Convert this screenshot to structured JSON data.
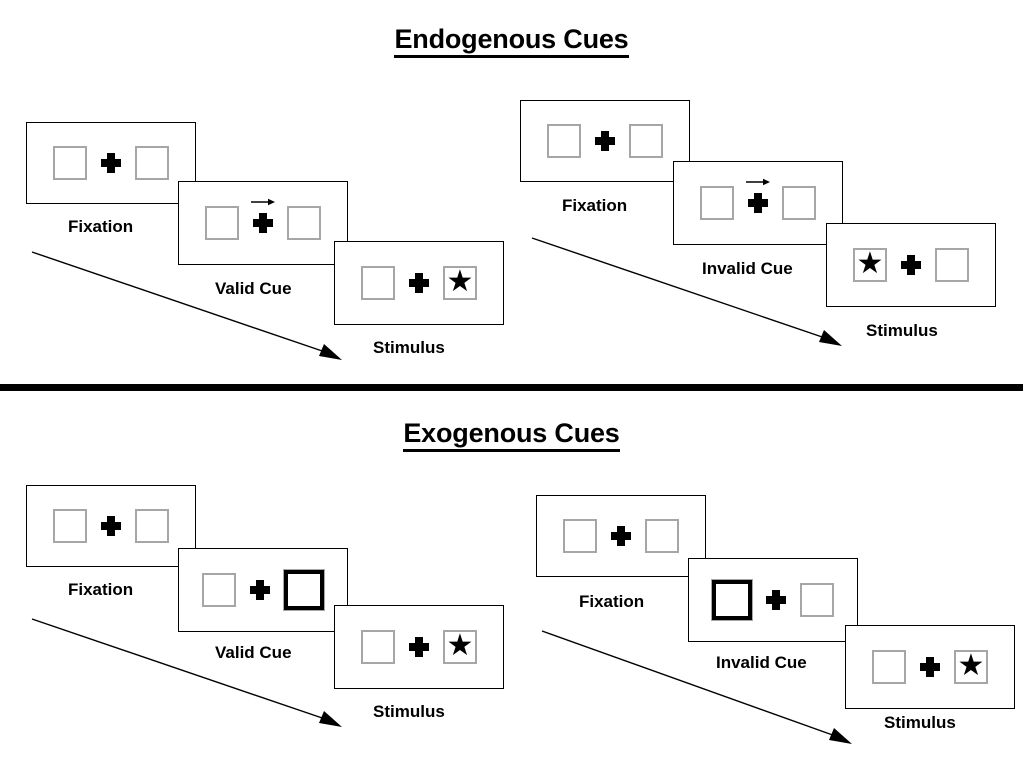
{
  "diagram": {
    "title_top": "Endogenous Cues",
    "title_bottom": "Exogenous Cues",
    "colors": {
      "box_outline": "#A6A6A6",
      "cued_box_outline": "#000000",
      "panel_outline": "#000000",
      "ink": "#000000",
      "background": "#FFFFFF"
    },
    "icons": {
      "fixation": "plus-icon",
      "cue_arrow": "right-arrow-icon",
      "target": "star-icon",
      "timeline": "timeline-arrow-icon"
    }
  },
  "sections": [
    {
      "id": "endogenous",
      "title": "Endogenous Cues",
      "columns": [
        {
          "id": "endogenous-valid",
          "condition": "valid",
          "steps": [
            {
              "label": "Fixation",
              "left_box": "empty",
              "right_box": "empty",
              "cue": "none",
              "cue_direction": ""
            },
            {
              "label": "Valid Cue",
              "left_box": "empty",
              "right_box": "empty",
              "cue": "arrow",
              "cue_direction": "right"
            },
            {
              "label": "Stimulus",
              "left_box": "empty",
              "right_box": "star",
              "cue": "none",
              "cue_direction": ""
            }
          ]
        },
        {
          "id": "endogenous-invalid",
          "condition": "invalid",
          "steps": [
            {
              "label": "Fixation",
              "left_box": "empty",
              "right_box": "empty",
              "cue": "none",
              "cue_direction": ""
            },
            {
              "label": "Invalid Cue",
              "left_box": "empty",
              "right_box": "empty",
              "cue": "arrow",
              "cue_direction": "right"
            },
            {
              "label": "Stimulus",
              "left_box": "star",
              "right_box": "empty",
              "cue": "none",
              "cue_direction": ""
            }
          ]
        }
      ]
    },
    {
      "id": "exogenous",
      "title": "Exogenous Cues",
      "columns": [
        {
          "id": "exogenous-valid",
          "condition": "valid",
          "steps": [
            {
              "label": "Fixation",
              "left_box": "empty",
              "right_box": "empty",
              "cue": "none",
              "cue_direction": ""
            },
            {
              "label": "Valid Cue",
              "left_box": "empty",
              "right_box": "cued",
              "cue": "box-highlight",
              "cue_direction": "right"
            },
            {
              "label": "Stimulus",
              "left_box": "empty",
              "right_box": "star",
              "cue": "none",
              "cue_direction": ""
            }
          ]
        },
        {
          "id": "exogenous-invalid",
          "condition": "invalid",
          "steps": [
            {
              "label": "Fixation",
              "left_box": "empty",
              "right_box": "empty",
              "cue": "none",
              "cue_direction": ""
            },
            {
              "label": "Invalid Cue",
              "left_box": "cued",
              "right_box": "empty",
              "cue": "box-highlight",
              "cue_direction": "left"
            },
            {
              "label": "Stimulus",
              "left_box": "empty",
              "right_box": "star",
              "cue": "none",
              "cue_direction": ""
            }
          ]
        }
      ]
    }
  ],
  "labels": {
    "fixation": "Fixation",
    "valid_cue": "Valid Cue",
    "invalid_cue": "Invalid Cue",
    "stimulus": "Stimulus"
  }
}
